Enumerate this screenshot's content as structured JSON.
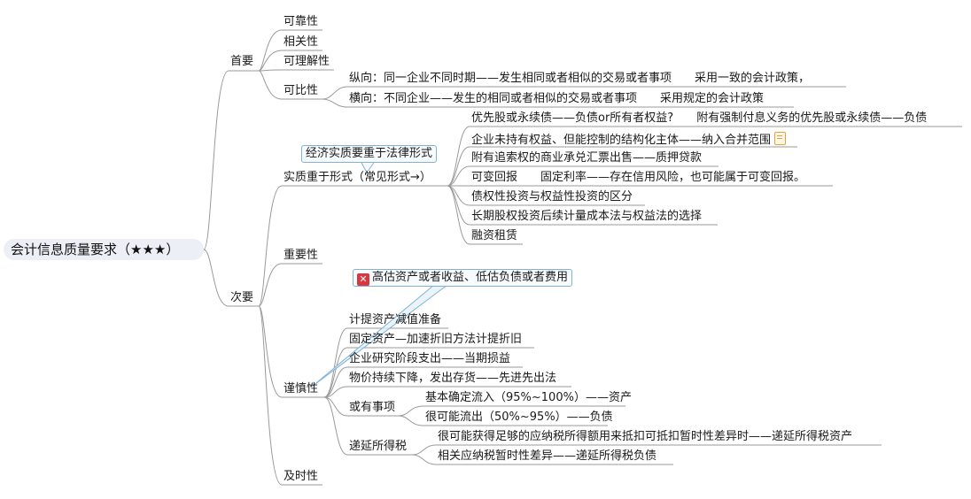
{
  "root": {
    "label": "会计信息质量要求（★★★）"
  },
  "primary": {
    "label": "首要",
    "reliability": "可靠性",
    "relevance": "相关性",
    "understandability": "可理解性",
    "comparability": {
      "label": "可比性",
      "vertical": "纵向：同一企业不同时期——发生相同或者相似的交易或者事项　　采用一致的会计政策，",
      "horizontal": "横向：不同企业——发生的相同或者相似的交易或者事项　　采用规定的会计政策"
    }
  },
  "secondary": {
    "label": "次要",
    "substance": {
      "label": "实质重于形式（常见形式→）",
      "callout": "经济实质要重于法律形式",
      "items": [
        "优先股或永续债——负债or所有者权益?　　附有强制付息义务的优先股或永续债——负债",
        "企业未持有权益、但能控制的结构化主体——纳入合并范围",
        "附有追索权的商业承兑汇票出售——质押贷款",
        "可变回报　　固定利率——存在信用风险，也可能属于可变回报。",
        "债权性投资与权益性投资的区分",
        "长期股权投资后续计量成本法与权益法的选择",
        "融资租赁"
      ]
    },
    "materiality": "重要性",
    "prudence": {
      "label": "谨慎性",
      "callout": "高估资产或者收益、低估负债或者费用",
      "items": [
        "计提资产减值准备",
        "固定资产—加速折旧方法计提折旧",
        "企业研究阶段支出——当期损益",
        "物价持续下降，发出存货——先进先出法"
      ],
      "contingencies": {
        "label": "或有事项",
        "asset": "基本确定流入（95%~100%）——资产",
        "liability": "很可能流出（50%~95%）——负债"
      },
      "deferred_tax": {
        "label": "递延所得税",
        "asset": "很可能获得足够的应纳税所得额用来抵扣可抵扣暂时性差异时——递延所得税资产",
        "liability": "相关应纳税暂时性差异——递延所得税负债"
      }
    },
    "timeliness": "及时性"
  },
  "colors": {
    "line": "#9a9a9a",
    "callout_border": "#7fb2d6",
    "root_bg": "#eceff6"
  }
}
